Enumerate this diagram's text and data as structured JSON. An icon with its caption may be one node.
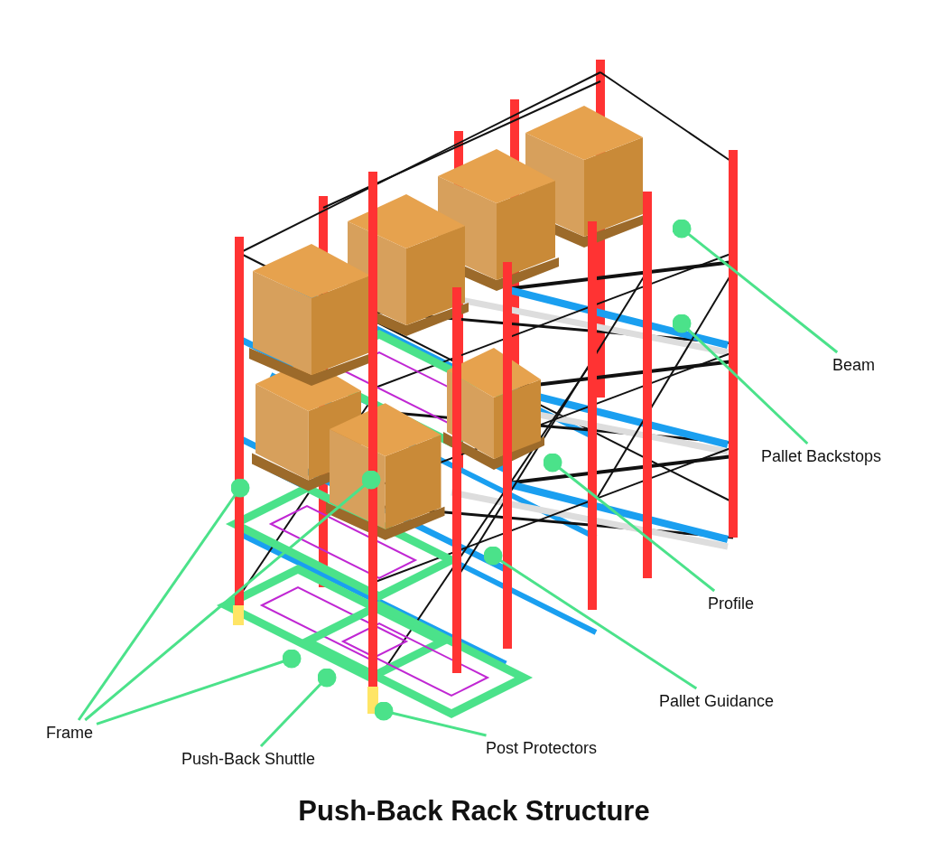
{
  "diagram": {
    "title": "Push-Back Rack Structure",
    "nodes": [
      {
        "text": [
          "Beam"
        ]
      },
      {
        "text": [
          "Pallet Backstops"
        ]
      },
      {
        "text": [
          "Profile"
        ]
      },
      {
        "text": [
          "Pallet Guidance"
        ]
      },
      {
        "text": [
          "Post Protectors"
        ]
      },
      {
        "text": [
          "Push-Back Shuttle"
        ]
      },
      {
        "text": [
          "Frame"
        ]
      }
    ],
    "edges": [
      {
        "from": 0,
        "to": null,
        "arrow": "other"
      },
      {
        "from": 1,
        "to": null,
        "arrow": "other"
      },
      {
        "from": 2,
        "to": null,
        "arrow": "other"
      },
      {
        "from": 3,
        "to": null,
        "arrow": "other"
      },
      {
        "from": 4,
        "to": null,
        "arrow": "other"
      },
      {
        "from": 5,
        "to": null,
        "arrow": "other"
      },
      {
        "from": 6,
        "to": null,
        "arrow": "other"
      },
      {
        "from": 6,
        "to": null,
        "arrow": "other"
      },
      {
        "from": 6,
        "to": null,
        "arrow": "other"
      }
    ]
  }
}
